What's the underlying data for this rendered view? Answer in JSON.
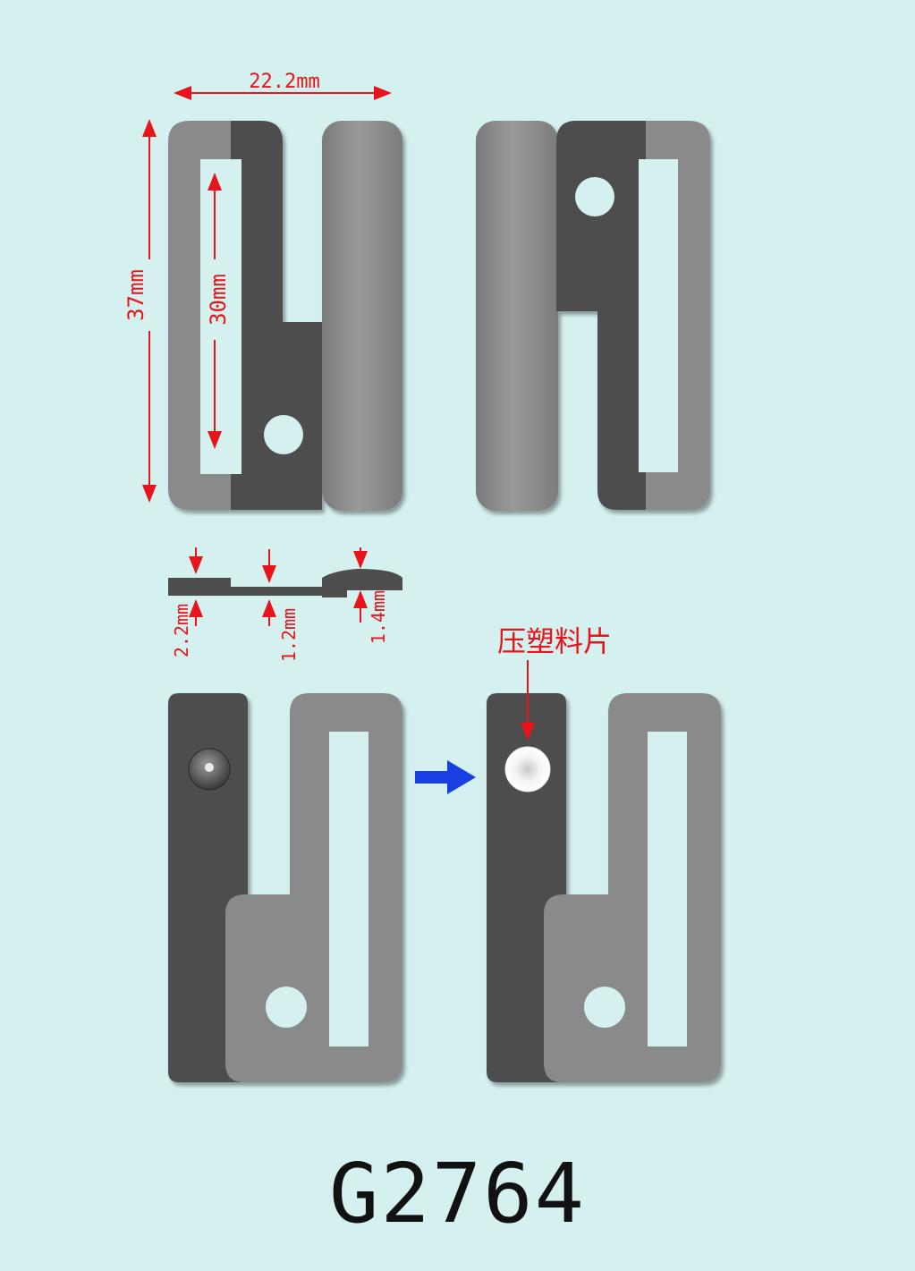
{
  "dimensions": {
    "width": "22.2mm",
    "height": "37mm",
    "slot_length": "30mm",
    "thickness_1": "2.2mm",
    "thickness_2": "1.2mm",
    "thickness_3": "1.4mm"
  },
  "callout": "压塑料片",
  "model": "G2764",
  "colors": {
    "background": "#d4f0ef",
    "dark_metal": "#4d4d4d",
    "light_metal": "#8a8a8a",
    "dimension": "#e8141b",
    "arrow": "#1a3fe0"
  }
}
